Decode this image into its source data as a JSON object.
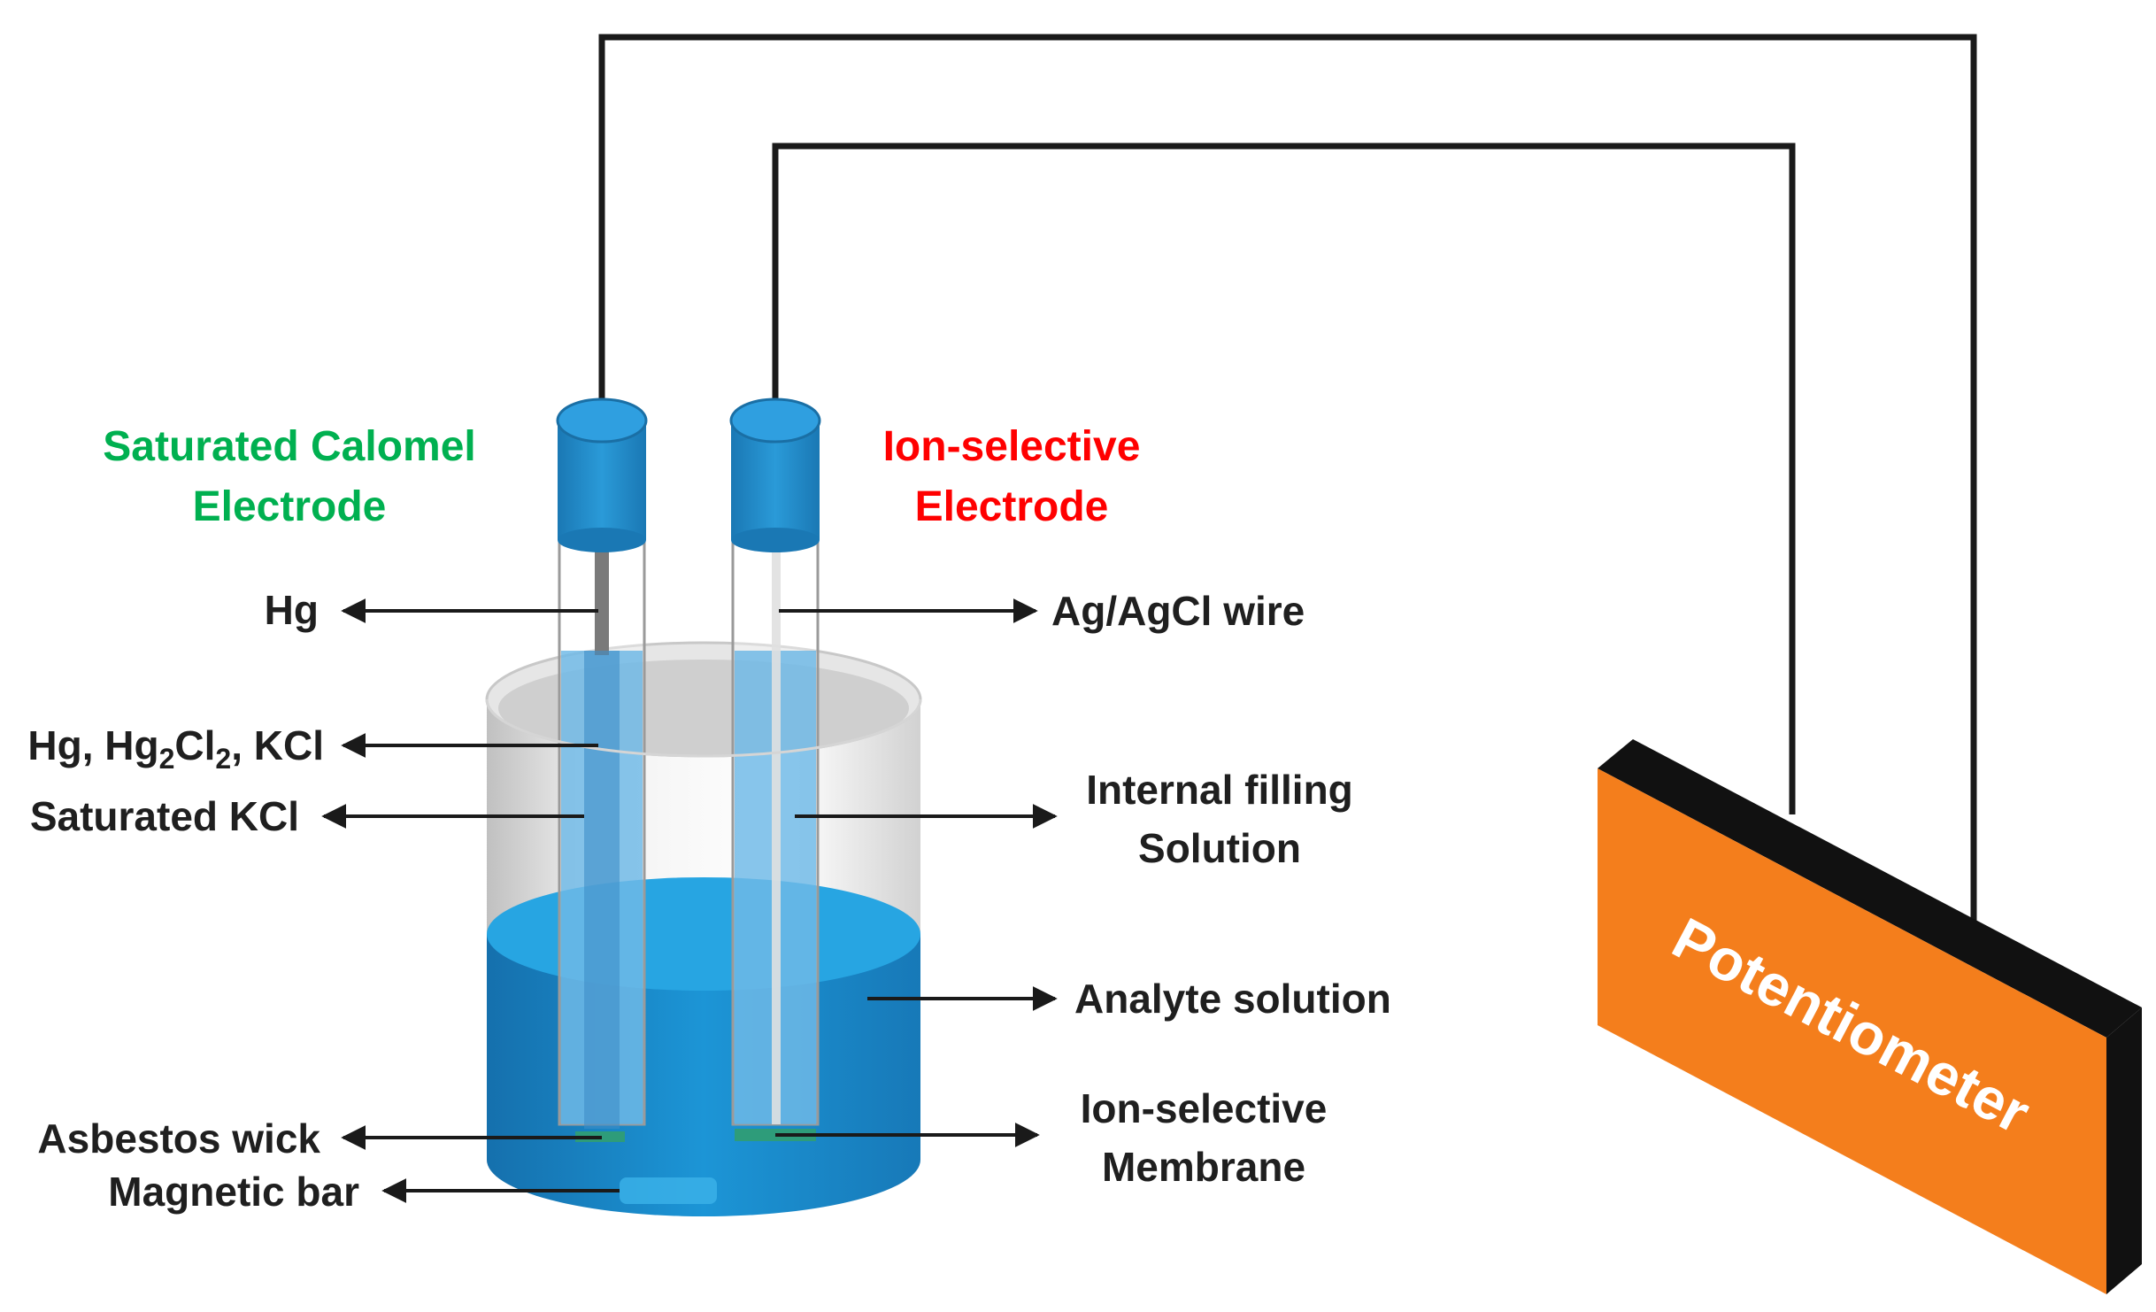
{
  "titles": {
    "sce_line1": "Saturated Calomel",
    "sce_line2": "Electrode",
    "ise_line1": "Ion-selective",
    "ise_line2": "Electrode"
  },
  "labels": {
    "hg": "Hg",
    "paste_prefix": "Hg, Hg",
    "paste_sub1": "2",
    "paste_mid": "Cl",
    "paste_sub2": "2",
    "paste_suffix": ", KCl",
    "sat_kcl": "Saturated KCl",
    "asbestos": "Asbestos wick",
    "magnetic": "Magnetic bar",
    "wire": "Ag/AgCl wire",
    "internal_line1": "Internal filling",
    "internal_line2": "Solution",
    "analyte": "Analyte solution",
    "membrane_line1": "Ion-selective",
    "membrane_line2": "Membrane"
  },
  "device": {
    "name": "Potentiometer"
  },
  "colors": {
    "sce_title": "#00b050",
    "ise_title": "#ff0000",
    "electrode_cap": "#1e88c7",
    "solution": "#1a8fd0",
    "potentiometer": "#f47e1c",
    "wire": "#1a1a1a"
  }
}
